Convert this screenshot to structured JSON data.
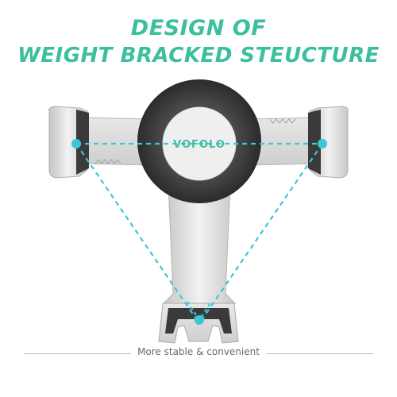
{
  "headline": {
    "line1": "DESIGN OF",
    "line2": "WEIGHT BRACKED STEUCTURE"
  },
  "product": {
    "brand_logo": "VOFOLO"
  },
  "caption": "More stable & convenient",
  "colors": {
    "accent": "#3cbf9f",
    "guide_lines": "#3cc6d6",
    "body_metal": "#d9d9d9",
    "grip_dark": "#3a3a3a"
  }
}
